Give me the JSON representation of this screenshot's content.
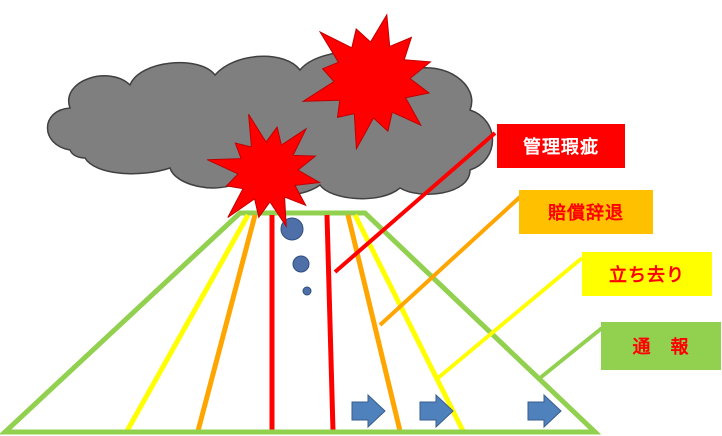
{
  "labels": {
    "kanri_kashi": {
      "text": "管理瑕疵",
      "bg": "#ff0000",
      "fg": "#ffffff"
    },
    "baisho_jitai": {
      "text": "賠償辞退",
      "bg": "#ffc000",
      "fg": "#ff0000"
    },
    "tachisari": {
      "text": "立ち去り",
      "bg": "#ffff00",
      "fg": "#ff0000"
    },
    "tsuho": {
      "text": "通　報",
      "bg": "#92d050",
      "fg": "#ff0000"
    }
  },
  "colors": {
    "cloud": "#7f7f7f",
    "cloud_outline": "#404040",
    "explosion": "#ff0000",
    "mountain_outline": "#92d050",
    "line_yellow": "#ffff00",
    "line_orange": "#ffa500",
    "line_red": "#ff0000",
    "bubble": "#4f6fa8",
    "arrow": "#4f81bd"
  }
}
